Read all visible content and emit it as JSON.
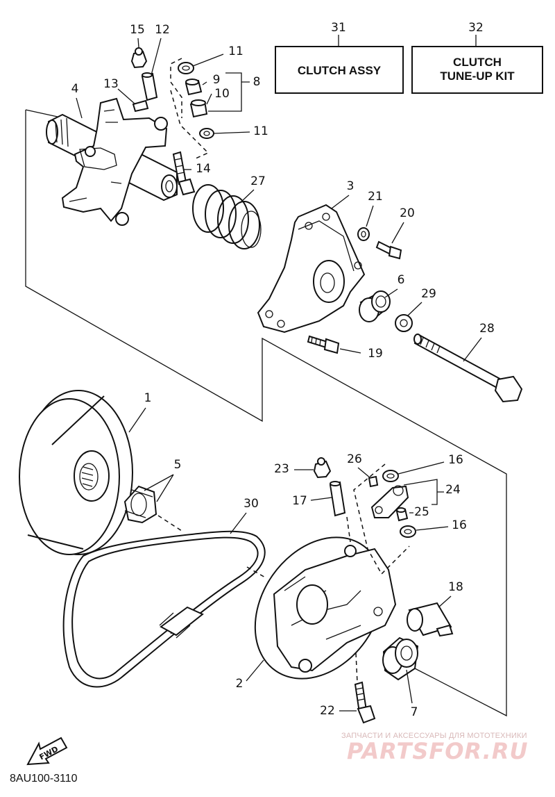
{
  "boxes": {
    "clutch_assy": {
      "number": "31",
      "label": "CLUTCH ASSY"
    },
    "tune_up_kit": {
      "number": "32",
      "label_line1": "CLUTCH",
      "label_line2": "TUNE-UP KIT"
    }
  },
  "callouts": {
    "n1": "1",
    "n2": "2",
    "n3": "3",
    "n4": "4",
    "n5": "5",
    "n6": "6",
    "n7": "7",
    "n8": "8",
    "n9": "9",
    "n10": "10",
    "n11a": "11",
    "n11b": "11",
    "n12": "12",
    "n13": "13",
    "n14": "14",
    "n15": "15",
    "n16a": "16",
    "n16b": "16",
    "n17": "17",
    "n18": "18",
    "n19": "19",
    "n20": "20",
    "n21": "21",
    "n22": "22",
    "n23": "23",
    "n24": "24",
    "n25": "25",
    "n26": "26",
    "n27": "27",
    "n28": "28",
    "n29": "29",
    "n30": "30"
  },
  "fwd_label": "FWD",
  "diagram_code": "8AU100-3110",
  "watermark": {
    "line1": "ЗАПЧАСТИ И АКСЕССУАРЫ ДЛЯ МОТОТЕХНИКИ",
    "line2": "PARTSFOR.RU"
  }
}
